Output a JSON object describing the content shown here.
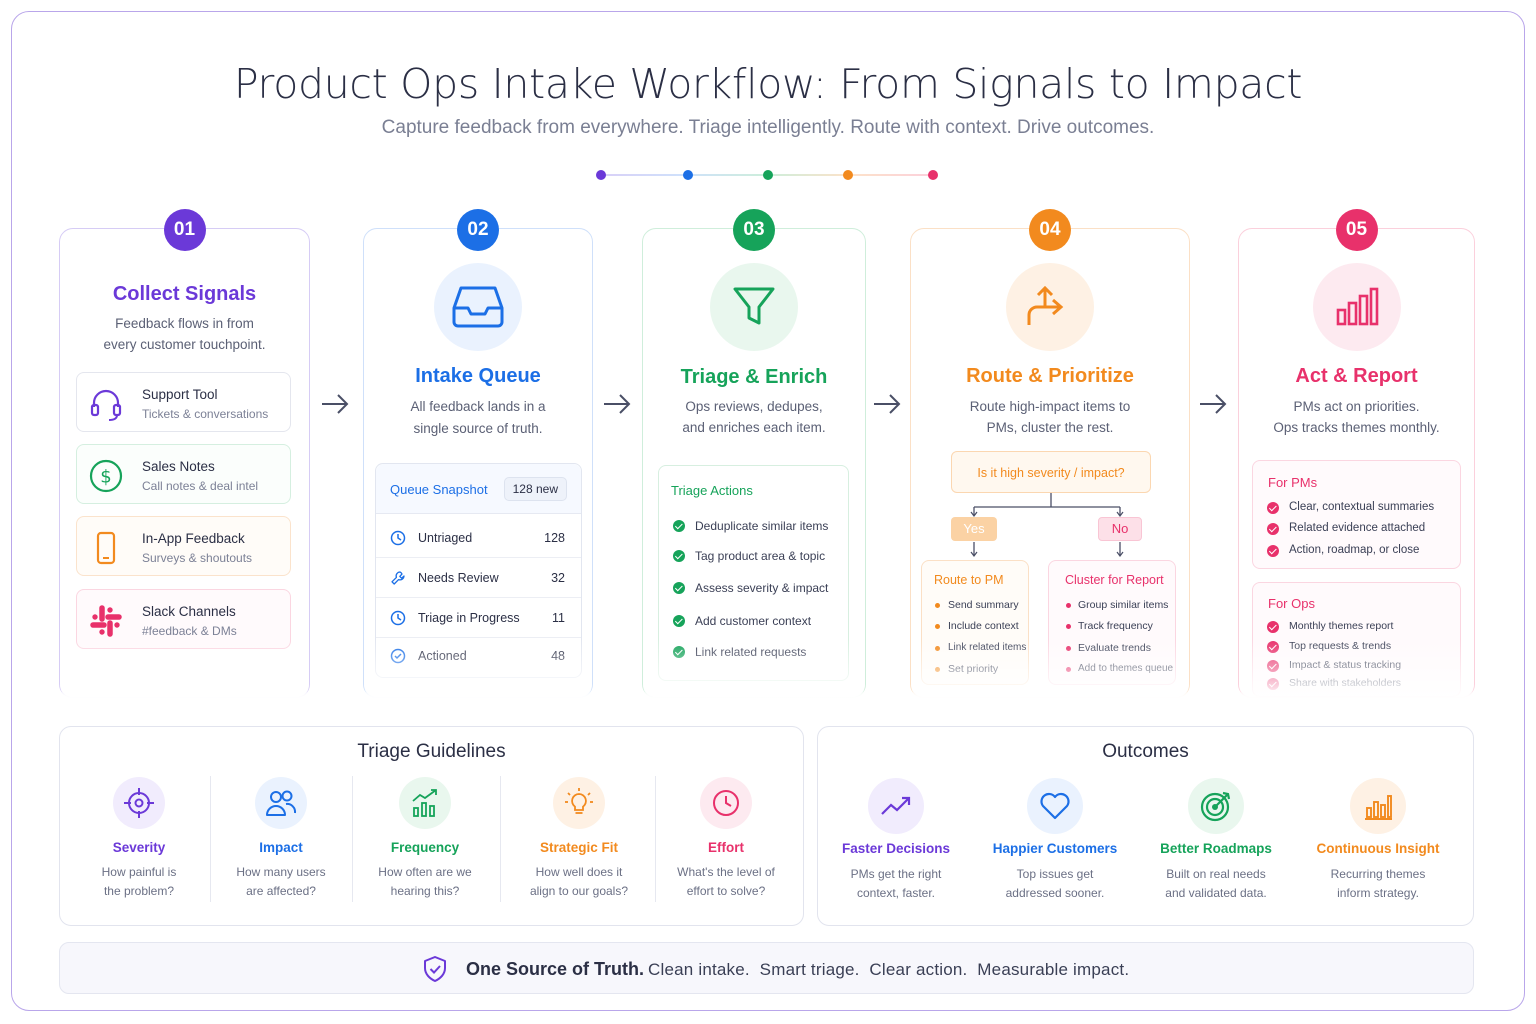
{
  "header": {
    "title": "Product Ops Intake Workflow: From Signals to Impact",
    "subtitle": "Capture feedback from everywhere. Triage intelligently. Route with context. Drive outcomes."
  },
  "colors": {
    "purple": "#6b39d8",
    "blue": "#1c6fe6",
    "green": "#16a35a",
    "orange": "#f28a1e",
    "pink": "#e8316b"
  },
  "steps": {
    "s1": {
      "badge": "01",
      "title": "Collect Signals",
      "desc1": "Feedback flows in from",
      "desc2": "every customer touchpoint.",
      "sources": [
        {
          "title": "Support Tool",
          "sub": "Tickets & conversations",
          "icon": "headset-icon"
        },
        {
          "title": "Sales Notes",
          "sub": "Call notes & deal intel",
          "icon": "dollar-icon"
        },
        {
          "title": "In-App Feedback",
          "sub": "Surveys & shoutouts",
          "icon": "phone-icon"
        },
        {
          "title": "Slack Channels",
          "sub": "#feedback & DMs",
          "icon": "slack-icon"
        }
      ]
    },
    "s2": {
      "badge": "02",
      "title": "Intake Queue",
      "desc1": "All feedback lands in a",
      "desc2": "single source of truth.",
      "snapshot_title": "Queue Snapshot",
      "snapshot_badge": "128 new",
      "rows": [
        {
          "label": "Untriaged",
          "value": "128"
        },
        {
          "label": "Needs Review",
          "value": "32"
        },
        {
          "label": "Triage in Progress",
          "value": "11"
        },
        {
          "label": "Actioned",
          "value": "48"
        }
      ]
    },
    "s3": {
      "badge": "03",
      "title": "Triage & Enrich",
      "desc1": "Ops reviews, dedupes,",
      "desc2": "and enriches each item.",
      "actions_title": "Triage Actions",
      "actions": [
        "Deduplicate similar items",
        "Tag product area & topic",
        "Assess severity & impact",
        "Add customer context",
        "Link related requests"
      ]
    },
    "s4": {
      "badge": "04",
      "title": "Route & Prioritize",
      "desc1": "Route high-impact items to",
      "desc2": "PMs, cluster the rest.",
      "question": "Is it high severity / impact?",
      "yes": "Yes",
      "no": "No",
      "pm_title": "Route to PM",
      "pm_items": [
        "Send summary",
        "Include context",
        "Link related items",
        "Set priority"
      ],
      "cluster_title": "Cluster for Report",
      "cluster_items": [
        "Group similar items",
        "Track frequency",
        "Evaluate trends",
        "Add to themes queue"
      ]
    },
    "s5": {
      "badge": "05",
      "title": "Act & Report",
      "desc1": "PMs act on priorities.",
      "desc2": "Ops tracks themes monthly.",
      "pms_title": "For PMs",
      "pms_items": [
        "Clear, contextual summaries",
        "Related evidence attached",
        "Action, roadmap, or close"
      ],
      "ops_title": "For Ops",
      "ops_items": [
        "Monthly themes report",
        "Top requests & trends",
        "Impact & status tracking",
        "Share with stakeholders"
      ]
    }
  },
  "guidelines": {
    "title": "Triage Guidelines",
    "items": [
      {
        "title": "Severity",
        "d1": "How painful is",
        "d2": "the problem?"
      },
      {
        "title": "Impact",
        "d1": "How many users",
        "d2": "are affected?"
      },
      {
        "title": "Frequency",
        "d1": "How often are we",
        "d2": "hearing this?"
      },
      {
        "title": "Strategic Fit",
        "d1": "How well does it",
        "d2": "align to our goals?"
      },
      {
        "title": "Effort",
        "d1": "What's the level of",
        "d2": "effort to solve?"
      }
    ]
  },
  "outcomes": {
    "title": "Outcomes",
    "items": [
      {
        "title": "Faster Decisions",
        "d1": "PMs get the right",
        "d2": "context, faster."
      },
      {
        "title": "Happier Customers",
        "d1": "Top issues get",
        "d2": "addressed sooner."
      },
      {
        "title": "Better Roadmaps",
        "d1": "Built on real needs",
        "d2": "and validated data."
      },
      {
        "title": "Continuous Insight",
        "d1": "Recurring themes",
        "d2": "inform strategy."
      }
    ]
  },
  "footer": {
    "bold": "One Source of Truth.",
    "text": "Clean intake.  Smart triage.  Clear action.  Measurable impact."
  }
}
